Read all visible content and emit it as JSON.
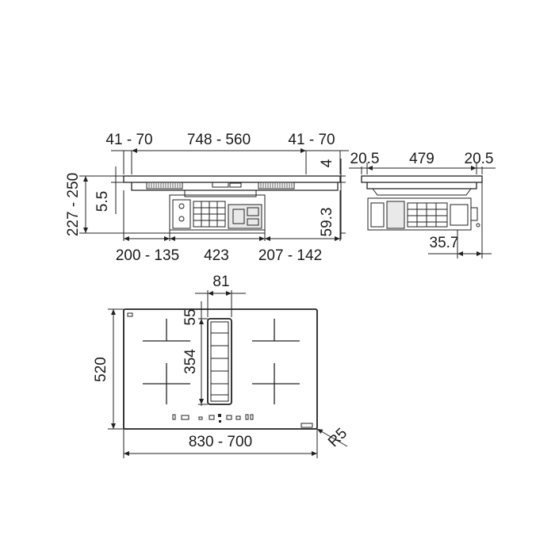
{
  "colors": {
    "line": "#222222",
    "background": "#ffffff"
  },
  "front_view": {
    "dim_top_left": "41 - 70",
    "dim_top_center": "748 - 560",
    "dim_top_right": "41 - 70",
    "dim_left_outer": "227 - 250",
    "dim_left_inner": "5.5",
    "dim_right_top": "4",
    "dim_right_height": "59.3",
    "dim_bottom_left": "200 - 135",
    "dim_bottom_center": "423",
    "dim_bottom_right": "207 - 142"
  },
  "side_view": {
    "dim_top_left": "20.5",
    "dim_top_center": "479",
    "dim_top_right": "20.5",
    "dim_bottom_right": "35.7"
  },
  "top_view": {
    "dim_vent_width": "81",
    "dim_vent_top": "55",
    "dim_vent_length": "354",
    "dim_height": "520",
    "dim_width": "830 - 700",
    "dim_radius": "R5"
  }
}
